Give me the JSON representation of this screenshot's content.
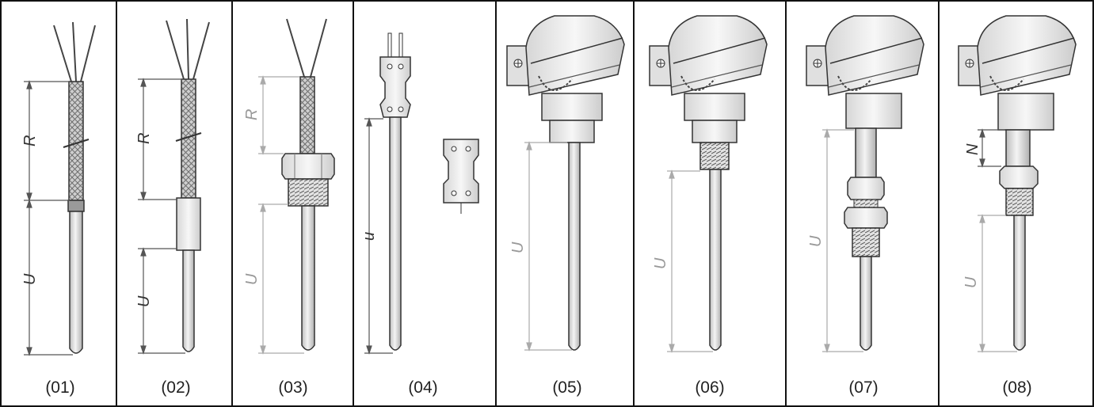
{
  "colors": {
    "outline": "#333333",
    "body_fill": "#ececec",
    "braid": "#8a8a8a",
    "dim_line": "#555555",
    "dim_light": "#aaaaaa",
    "grid": "#111111"
  },
  "panels": [
    {
      "label": "(01)",
      "dims": [
        "R",
        "U"
      ]
    },
    {
      "label": "(02)",
      "dims": [
        "R",
        "U"
      ]
    },
    {
      "label": "(03)",
      "dims": [
        "R",
        "U"
      ]
    },
    {
      "label": "(04)",
      "dims": [
        "u"
      ]
    },
    {
      "label": "(05)",
      "dims": [
        "U"
      ]
    },
    {
      "label": "(06)",
      "dims": [
        "U"
      ]
    },
    {
      "label": "(07)",
      "dims": [
        "U"
      ]
    },
    {
      "label": "(08)",
      "dims": [
        "N",
        "U"
      ]
    }
  ]
}
